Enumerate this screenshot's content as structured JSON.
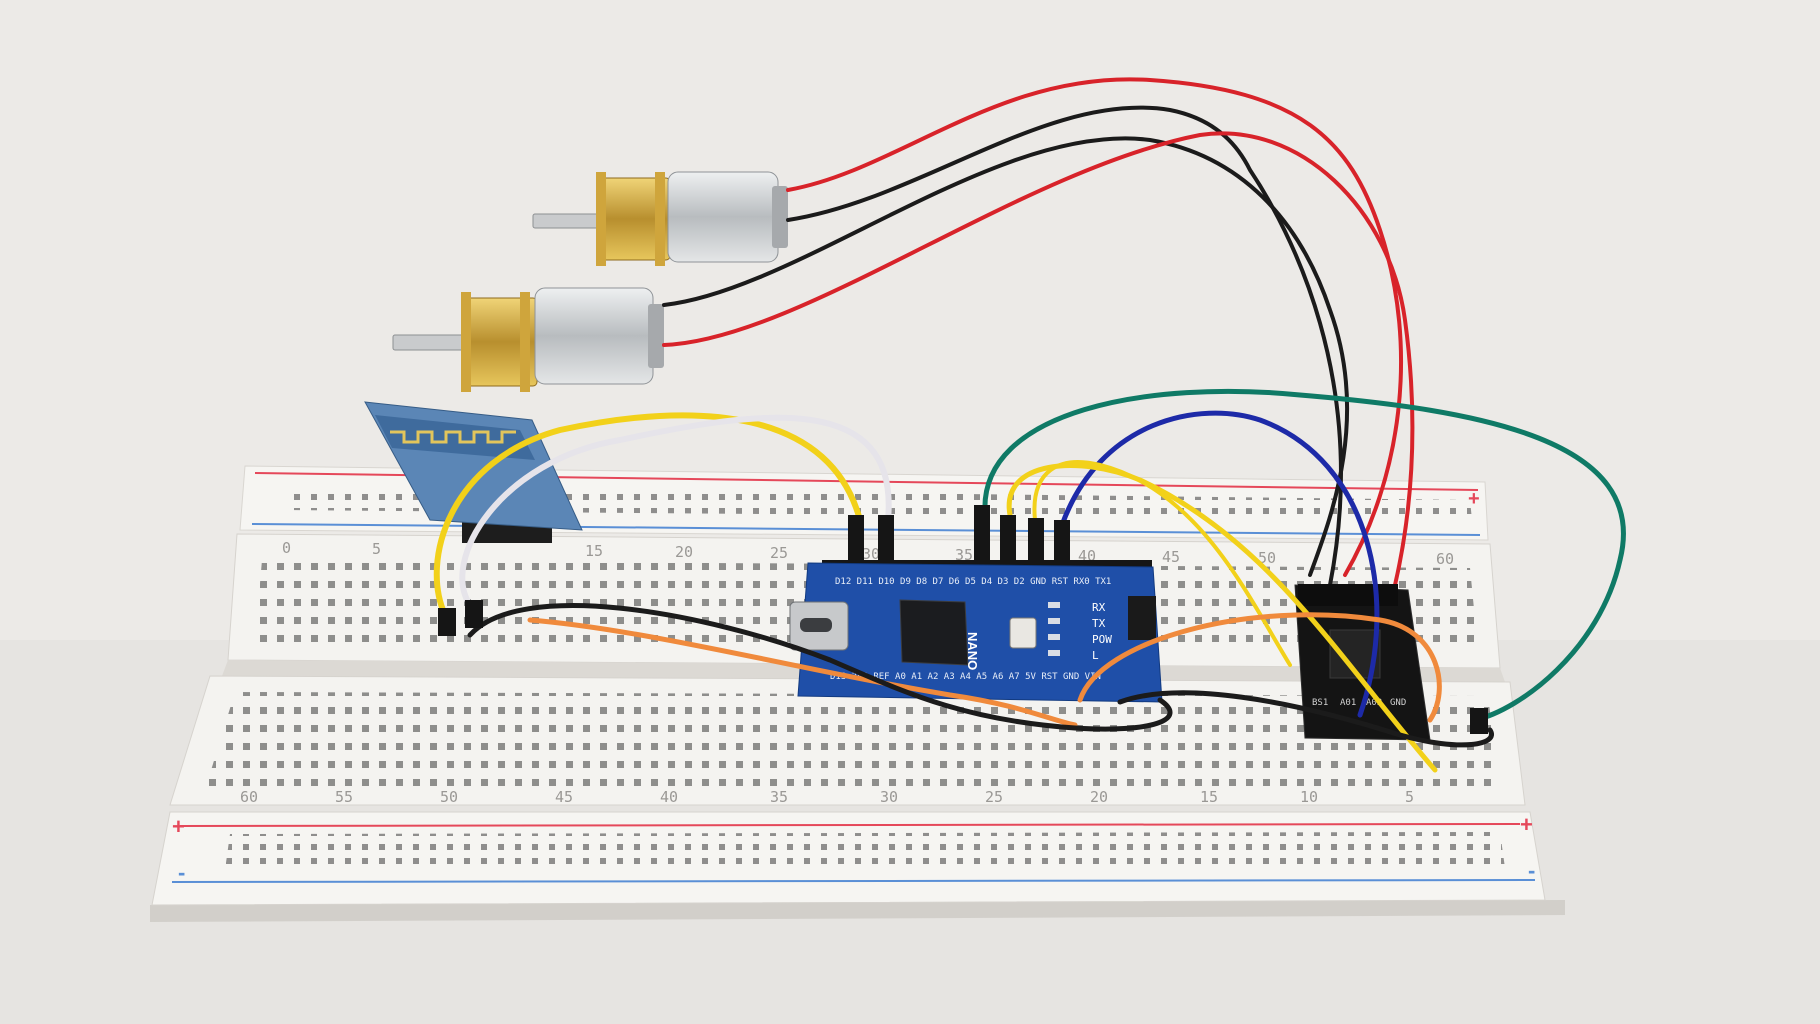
{
  "scene": {
    "colors": {
      "background": "#eceae7",
      "breadboard": "#f6f5f2",
      "rail_red": "#e5485a",
      "rail_blue": "#5a8fd6",
      "nano_pcb": "#1f4fa8",
      "wire_red": "#d8232a",
      "wire_black": "#1b1b1b",
      "wire_yellow": "#f2d11a",
      "wire_white": "#e6e4ea",
      "wire_teal": "#0f7a66",
      "wire_blue": "#1d2aa8",
      "wire_orange": "#f08a3c",
      "motor_can": "#cfd2d4",
      "gearbox": "#d8b44a"
    },
    "breadboard": {
      "upper_column_numbers": [
        "0",
        "5",
        "15",
        "20",
        "25",
        "30",
        "35",
        "40",
        "45",
        "50",
        "60"
      ],
      "lower_column_numbers": [
        "60",
        "55",
        "50",
        "45",
        "40",
        "35",
        "30",
        "25",
        "20",
        "15",
        "10",
        "5"
      ],
      "rail_plus": "+",
      "rail_minus": "-"
    },
    "arduino_nano": {
      "top_pins": "D12 D11 D10 D9 D8 D7 D6 D5 D4 D3 D2 GND RST RX0 TX1",
      "bottom_pins": "D13 3V3 REF A0 A1 A2 A3 A4 A5 A6 A7 5V RST GND VIN",
      "board_name": "NANO",
      "leds": [
        "RX",
        "TX",
        "POW",
        "L"
      ]
    },
    "motor_driver": {
      "pin_labels": [
        "BS1",
        "A01",
        "A02",
        "GND"
      ]
    }
  }
}
